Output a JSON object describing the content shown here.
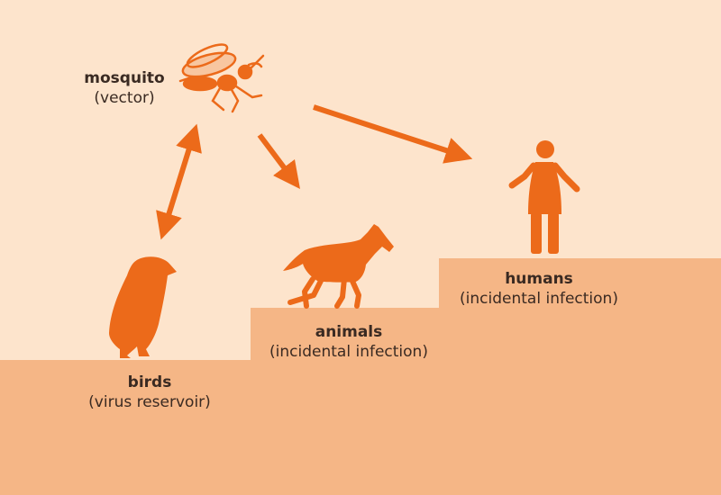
{
  "colors": {
    "background": "#fde4cc",
    "ground": "#f5b686",
    "accent": "#ec6a1a",
    "text": "#3a2a22"
  },
  "icons": [
    "mosquito-icon",
    "bird-icon",
    "horse-icon",
    "human-icon"
  ],
  "nodes": {
    "mosquito": {
      "name": "mosquito",
      "role": "(vector)"
    },
    "birds": {
      "name": "birds",
      "role": "(virus reservoir)"
    },
    "animals": {
      "name": "animals",
      "role": "(incidental infection)"
    },
    "humans": {
      "name": "humans",
      "role": "(incidental infection)"
    }
  },
  "edges": [
    {
      "from": "mosquito",
      "to": "birds",
      "bidirectional": true
    },
    {
      "from": "mosquito",
      "to": "animals",
      "bidirectional": false
    },
    {
      "from": "mosquito",
      "to": "humans",
      "bidirectional": false
    }
  ]
}
